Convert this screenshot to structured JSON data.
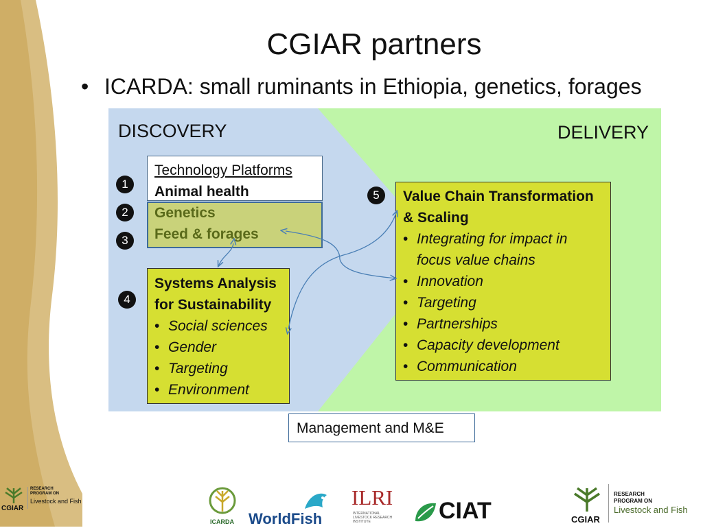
{
  "slide": {
    "title": "CGIAR partners",
    "bullet": "ICARDA: small ruminants in Ethiopia, genetics, forages"
  },
  "diagram": {
    "discovery_label": "DISCOVERY",
    "delivery_label": "DELIVERY",
    "colors": {
      "discovery_bg": "#c5d8ee",
      "delivery_bg": "#bff5a8",
      "box_fill": "#d6df32",
      "arrow": "#4a7fb5"
    },
    "numbers": [
      "1",
      "2",
      "3",
      "4",
      "5"
    ],
    "tech_platforms": {
      "heading": "Technology Platforms",
      "animal_health": "Animal health",
      "genetics": "Genetics",
      "feed": "Feed & forages"
    },
    "systems": {
      "heading_line1": "Systems Analysis",
      "heading_line2": "for Sustainability",
      "items": [
        "Social sciences",
        "Gender",
        "Targeting",
        "Environment"
      ]
    },
    "value_chain": {
      "heading_line1": "Value Chain Transformation",
      "heading_line2": "& Scaling",
      "item1_line1": "Integrating for impact in",
      "item1_line2": "focus value chains",
      "items": [
        "Innovation",
        "Targeting",
        "Partnerships",
        "Capacity development",
        "Communication"
      ]
    },
    "management": "Management and M&E"
  },
  "footer": {
    "left_logo": {
      "org": "CGIAR",
      "line1": "RESEARCH",
      "line2": "PROGRAM ON",
      "line3": "Livestock and Fish"
    },
    "partner_logos": {
      "icarda": "ICARDA",
      "worldfish": "WorldFish",
      "ilri": "ILRI",
      "ilri_sub1": "INTERNATIONAL",
      "ilri_sub2": "LIVESTOCK RESEARCH",
      "ilri_sub3": "INSTITUTE",
      "ciat": "CIAT"
    },
    "right_logo": {
      "org": "CGIAR",
      "line1": "RESEARCH",
      "line2": "PROGRAM ON",
      "line3": "Livestock and Fish"
    }
  }
}
